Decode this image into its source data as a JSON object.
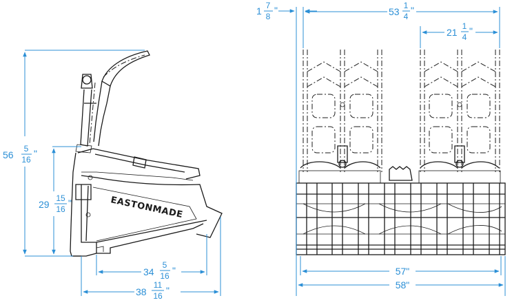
{
  "brand": "EASTONMADE",
  "dimensions": {
    "left_height_total": {
      "whole": "56",
      "num": "5",
      "den": "16",
      "unit": "\""
    },
    "left_height_frame": {
      "whole": "29",
      "num": "15",
      "den": "16",
      "unit": "\""
    },
    "left_depth_tines": {
      "whole": "34",
      "num": "5",
      "den": "16",
      "unit": "\""
    },
    "left_depth_total": {
      "whole": "38",
      "num": "11",
      "den": "16",
      "unit": "\""
    },
    "right_offset": {
      "whole": "1",
      "num": "7",
      "den": "8",
      "unit": "\""
    },
    "right_grapple_span": {
      "whole": "53",
      "num": "1",
      "den": "4",
      "unit": "\""
    },
    "right_grapple_width": {
      "whole": "21",
      "num": "1",
      "den": "4",
      "unit": "\""
    },
    "right_width_inner": {
      "text": "57\""
    },
    "right_width_outer": {
      "text": "58\""
    }
  }
}
